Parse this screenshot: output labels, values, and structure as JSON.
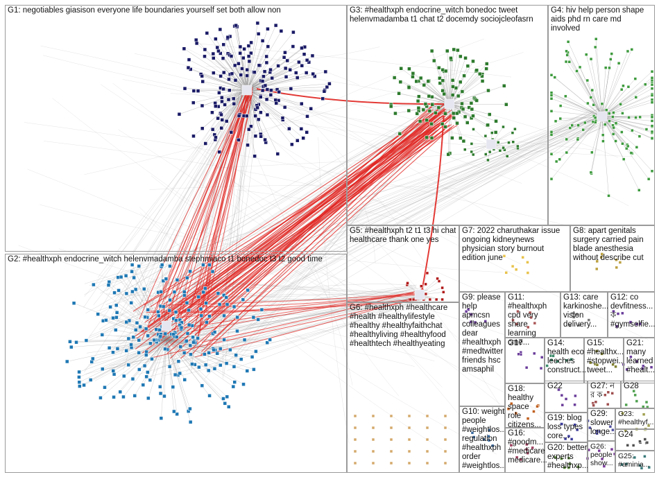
{
  "groups": {
    "g1": {
      "label": "G1: negotiables giasison everyone life boundaries yourself set both allow non"
    },
    "g2": {
      "label": "G2: #healthxph endocrine_witch helenvmadamba stephmiaco t1 bonedoc t3 t2 good time"
    },
    "g3": {
      "label": "G3: #healthxph endocrine_witch bonedoc tweet\nhelenvmadamba t1 chat t2 docemdy sociojcleofasrn"
    },
    "g4": {
      "label": "G4: hiv help person shape\naids phd rn care md\ninvolved"
    },
    "g5": {
      "label": "G5: #healthxph t2 t1 t3 hi chat\nhealthcare thank one yes"
    },
    "g6": {
      "label": "G6: #healthxph #healthcare\n#health #healthylifestyle\n#healthy #healthyfaithchat\n#healthyliving #healthyfood\n#healthtech #healthyeating"
    },
    "g7": {
      "label": "G7: 2022 charuthakar issue\nongoing kidneynews\nphysician story burnout\nedition june"
    },
    "g8": {
      "label": "G8: apart genitals\nsurgery carried pain\nblade anesthesia\nwithout describe cut"
    },
    "g9": {
      "label": "G9: please\nhelp\napmcsn\ncolleagues\ndear\n#healthxph\n#medtwitter\nfriends hsc\namsaphil"
    },
    "g10": {
      "label": "G10: weight\npeople\n#weightlos...\nregulation\n#healthxph\norder\n#weightlos..."
    },
    "g11": {
      "label": "G11:\n#healthxph\ncpd very share\nlearning cme..."
    },
    "g12": {
      "label": "G12: co\ndevfitness...\nক\n#gymselfie..."
    },
    "g13": {
      "label": "G13: care\nkarkinoshe...\nvision\ndelivery..."
    },
    "g14": {
      "label": "G14:\nhealth eco\nleeches\nconstruct..."
    },
    "g15": {
      "label": "G15:\n#healthx...\n#stopwei...\ntweet..."
    },
    "g16": {
      "label": "G16:\n#goodm...\n#medicare\nmedicare..."
    },
    "g17": {
      "label": "G17"
    },
    "g18": {
      "label": "G18:\nhealthy\nspace role\ncitizens..."
    },
    "g19": {
      "label": "G19: blog\nloss types\ncore..."
    },
    "g20": {
      "label": "G20: better\nexperts\n#healthxp..."
    },
    "g21": {
      "label": "G21:\nmany\nlearned\n#healt..."
    },
    "g22": {
      "label": "G22"
    },
    "g23": {
      "label": "G23:\n#healthyf..."
    },
    "g24": {
      "label": "G24"
    },
    "g25": {
      "label": "G25:\n#aminia..."
    },
    "g26": {
      "label": "G26:\npeople\nshow..."
    },
    "g27": {
      "label": "G27: ন\nর ক"
    },
    "g28": {
      "label": "G28"
    },
    "g29": {
      "label": "G29:\nslower\nlonge..."
    }
  },
  "colors": {
    "edge_gray": "#8f8f8f",
    "edge_red": "#e0231f",
    "box_border": "#9a9a9a",
    "g1_node": "#1a1a66",
    "g2_node": "#1f78b4",
    "g3_node": "#2d7a2d",
    "g4_node": "#3d9a3d",
    "g5_node": "#b01818",
    "g6_node": "#d4a96a",
    "g7_node": "#e8c24a",
    "small_node": "#6a3d9a"
  }
}
